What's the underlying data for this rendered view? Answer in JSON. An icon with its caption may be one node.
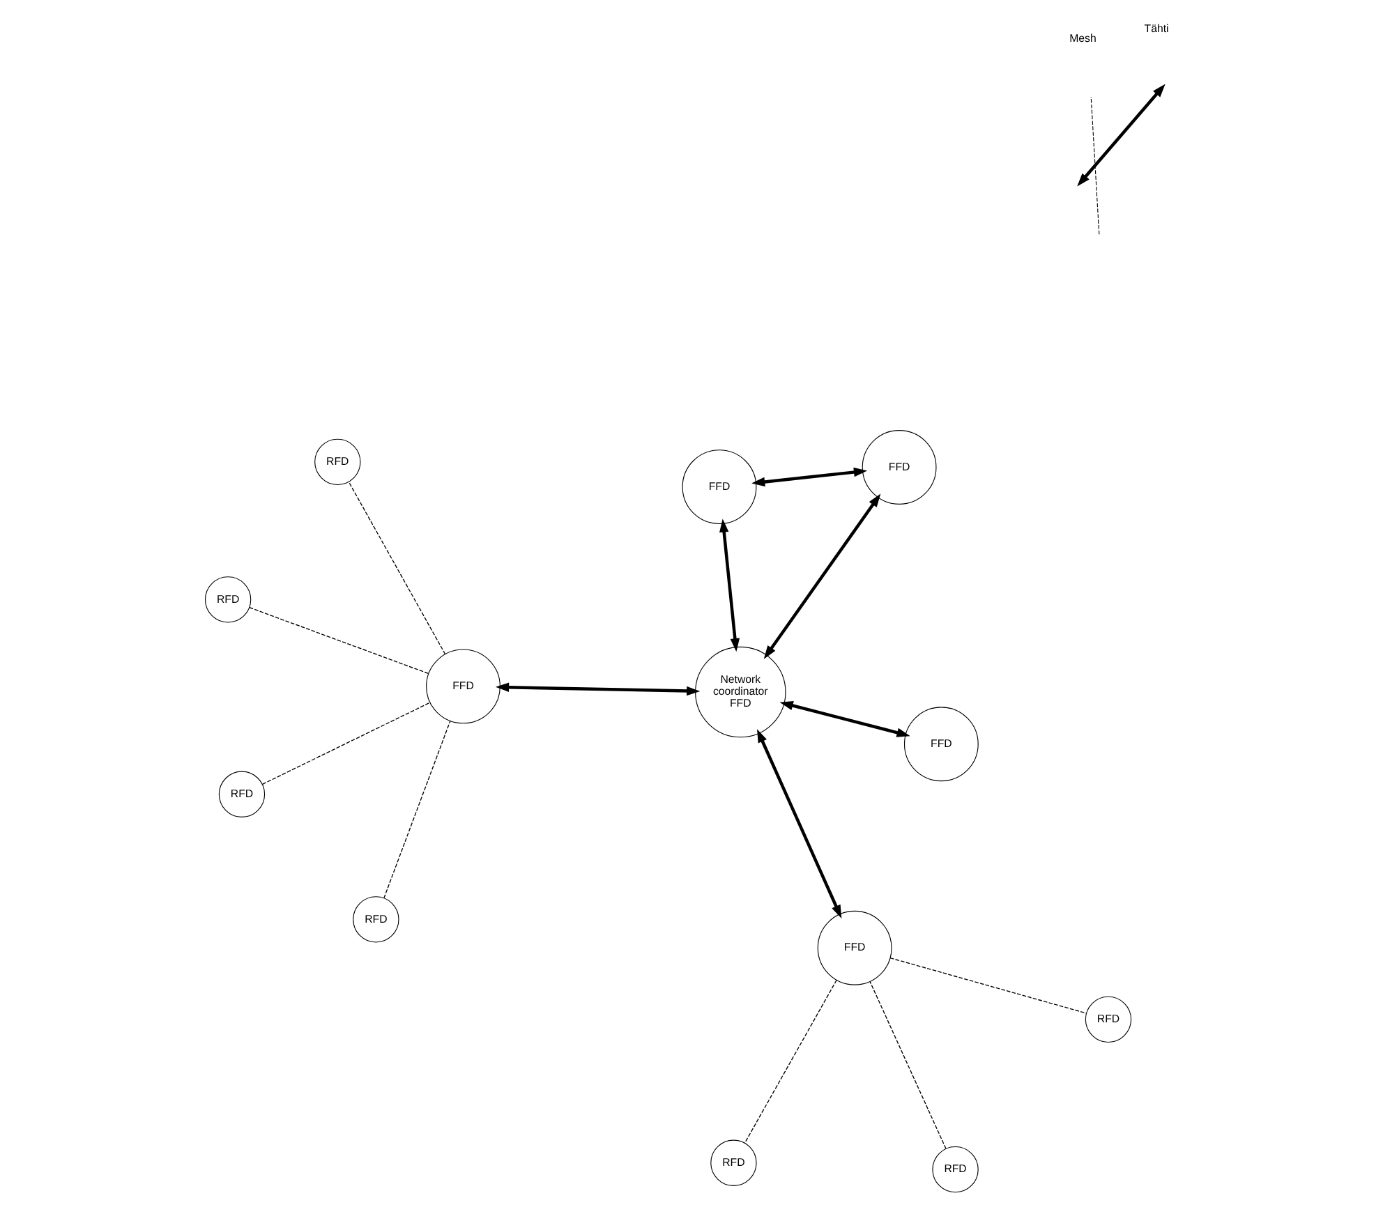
{
  "diagram": {
    "nodes": [
      {
        "text": [
          "RFD"
        ]
      },
      {
        "text": [
          "RFD"
        ]
      },
      {
        "text": [
          "RFD"
        ]
      },
      {
        "text": [
          "FFD"
        ]
      },
      {
        "text": [
          "RFD"
        ]
      },
      {
        "text": [
          "FFD"
        ]
      },
      {
        "text": [
          "RFD"
        ]
      },
      {
        "text": [
          "FFD"
        ]
      },
      {
        "text": [
          "Network coordinator FFD"
        ]
      },
      {
        "text": [
          "FFD"
        ]
      },
      {
        "text": [
          "RFD"
        ]
      },
      {
        "text": [
          "RFD"
        ]
      },
      {
        "text": [
          "FFD"
        ]
      }
    ],
    "edges": [
      {
        "from": 0,
        "to": 3,
        "arrow": "none",
        "style": "dashed"
      },
      {
        "from": 1,
        "to": 3,
        "arrow": "none",
        "style": "dashed"
      },
      {
        "from": 2,
        "to": 3,
        "arrow": "none",
        "style": "dashed"
      },
      {
        "from": 3,
        "to": 4,
        "arrow": "none",
        "style": "dashed"
      },
      {
        "from": 3,
        "to": 8,
        "arrow": "both",
        "style": "thick"
      },
      {
        "from": 5,
        "to": 8,
        "arrow": "both",
        "style": "thick"
      },
      {
        "from": 5,
        "to": 7,
        "arrow": "both",
        "style": "thick"
      },
      {
        "from": 6,
        "to": 9,
        "arrow": "none",
        "style": "dashed"
      },
      {
        "from": 7,
        "to": 8,
        "arrow": "both",
        "style": "thick"
      },
      {
        "from": 8,
        "to": 9,
        "arrow": "both",
        "style": "thick"
      },
      {
        "from": 9,
        "to": 10,
        "arrow": "none",
        "style": "dashed"
      },
      {
        "from": 9,
        "to": 11,
        "arrow": "none",
        "style": "dashed"
      },
      {
        "from": 8,
        "to": 12,
        "arrow": "both",
        "style": "thick"
      }
    ],
    "legend": [
      {
        "text": "Mesh"
      },
      {
        "text": "Tähti"
      }
    ]
  }
}
